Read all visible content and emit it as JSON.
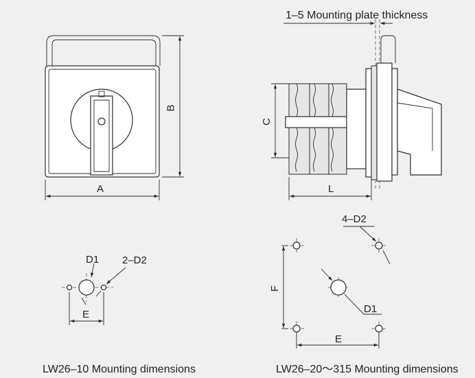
{
  "labels": {
    "thickness_note": "1–5 Mounting plate thickness",
    "dim_A": "A",
    "dim_B": "B",
    "dim_C": "C",
    "dim_L": "L",
    "dim_D1_left": "D1",
    "dim_2D2": "2–D2",
    "dim_E_left": "E",
    "dim_4D2": "4–D2",
    "dim_F": "F",
    "dim_D1_right": "D1",
    "dim_E_right": "E"
  },
  "captions": {
    "left": "LW26–10 Mounting dimensions",
    "right": "LW26–20～315 Mounting dimensions"
  }
}
